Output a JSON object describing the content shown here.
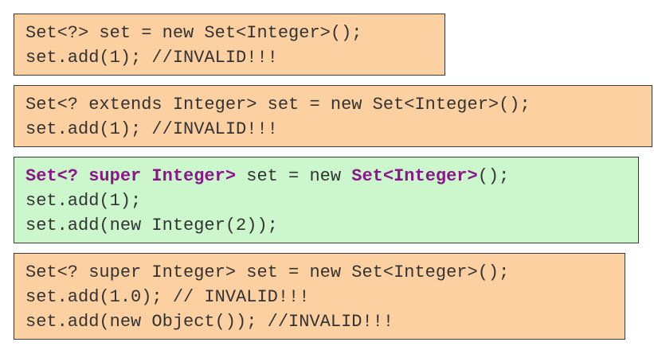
{
  "colors": {
    "invalid_box": "#fcd0a1",
    "valid_box": "#ccf6cc",
    "keyword": "#8a168a",
    "code_text": "#333333",
    "border": "#3a3a3a"
  },
  "blocks": [
    {
      "lines": [
        "Set<?> set = new Set<Integer>();",
        "set.add(1); //INVALID!!!"
      ]
    },
    {
      "lines": [
        "Set<? extends Integer> set = new Set<Integer>();",
        "set.add(1); //INVALID!!!"
      ]
    },
    {
      "line1": {
        "kw1": "Set<? super Integer>",
        "mid": " set = new ",
        "kw2": "Set<Integer>",
        "end": "();"
      },
      "lines": [
        "set.add(1);",
        "set.add(new Integer(2));"
      ]
    },
    {
      "lines": [
        "Set<? super Integer> set = new Set<Integer>();",
        "set.add(1.0); // INVALID!!!",
        "set.add(new Object()); //INVALID!!!"
      ]
    }
  ]
}
